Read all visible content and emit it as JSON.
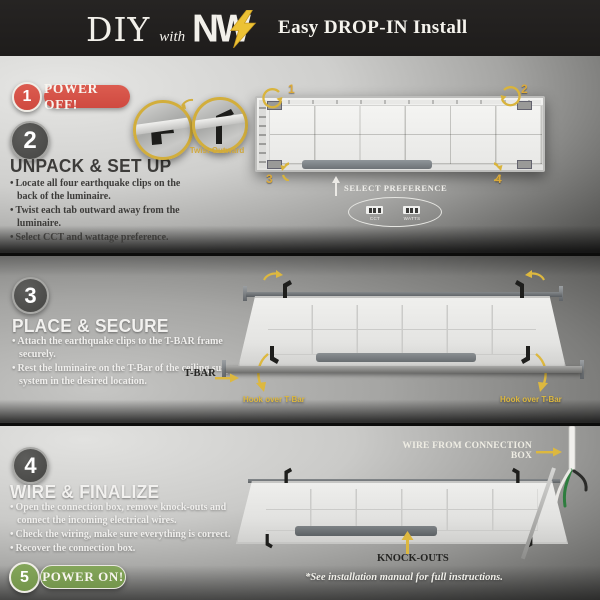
{
  "header": {
    "brand_diy": "DIY",
    "brand_with": "with",
    "brand_nw": "NW",
    "title": "Easy DROP-IN Install"
  },
  "step1": {
    "num": "1",
    "label": "POWER OFF!"
  },
  "step2": {
    "num": "2",
    "title": "UNPACK & SET UP",
    "bullets": [
      "Locate all four earthquake clips on the back of the luminaire.",
      "Twist each tab outward away from the luminaire.",
      "Select CCT and wattage preference."
    ],
    "twist_label": "Twist Outward",
    "corners": [
      "1",
      "2",
      "3",
      "4"
    ],
    "select_label": "SELECT PREFERENCE",
    "switches": [
      {
        "label": "CCT"
      },
      {
        "label": "WATTS"
      }
    ]
  },
  "step3": {
    "num": "3",
    "title": "PLACE & SECURE",
    "bullets": [
      "Attach the earthquake clips to the T-BAR frame securely.",
      "Rest the luminaire on the T-Bar of the ceiling suspension system in the desired location."
    ],
    "tbar_label": "T-BAR",
    "hook_label_left": "Hook over T-Bar",
    "hook_label_right": "Hook over T-Bar"
  },
  "step4": {
    "num": "4",
    "title": "WIRE & FINALIZE",
    "bullets": [
      "Open the connection box, remove knock-outs and connect the incoming electrical wires.",
      "Check the wiring, make sure everything is correct.",
      "Recover the connection box."
    ],
    "wire_label": "WIRE FROM CONNECTION BOX",
    "knockouts_label": "KNOCK-OUTS"
  },
  "step5": {
    "num": "5",
    "label": "POWER ON!"
  },
  "footer": {
    "note": "*See installation manual for full instructions."
  },
  "colors": {
    "header_bg": "#211f1e",
    "accent_gold": "#d9ab3c",
    "power_off_red": "#d65348",
    "power_on_green": "#7d9f52",
    "step_circle_gray": "#525250"
  }
}
